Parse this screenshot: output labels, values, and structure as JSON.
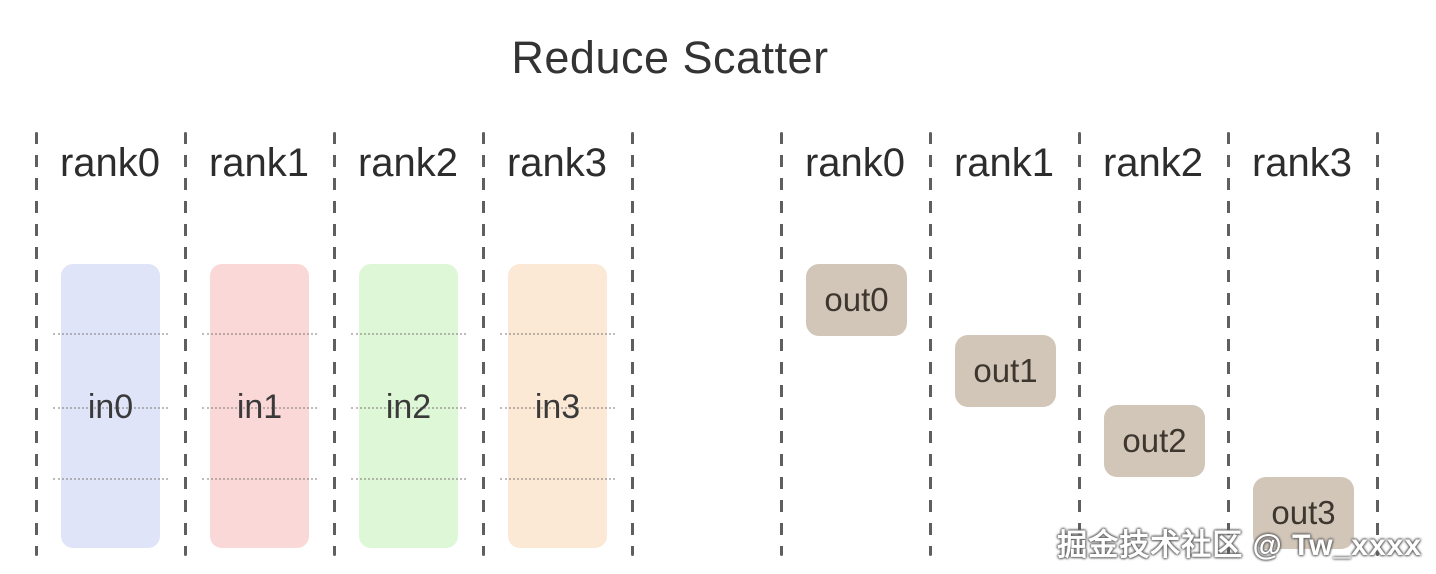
{
  "title": "Reduce Scatter",
  "watermark": "掘金技术社区 @ Tw_xxxx",
  "input_panel": {
    "rank_labels": [
      "rank0",
      "rank1",
      "rank2",
      "rank3"
    ],
    "bars": [
      {
        "label": "in0",
        "fill": "#dfe4f8"
      },
      {
        "label": "in1",
        "fill": "#fad8d7"
      },
      {
        "label": "in2",
        "fill": "#def7d7"
      },
      {
        "label": "in3",
        "fill": "#fbe9d5"
      }
    ]
  },
  "output_panel": {
    "rank_labels": [
      "rank0",
      "rank1",
      "rank2",
      "rank3"
    ],
    "boxes": [
      {
        "label": "out0",
        "fill": "#d2c6b8"
      },
      {
        "label": "out1",
        "fill": "#d2c6b8"
      },
      {
        "label": "out2",
        "fill": "#d2c6b8"
      },
      {
        "label": "out3",
        "fill": "#d2c6b8"
      }
    ]
  }
}
